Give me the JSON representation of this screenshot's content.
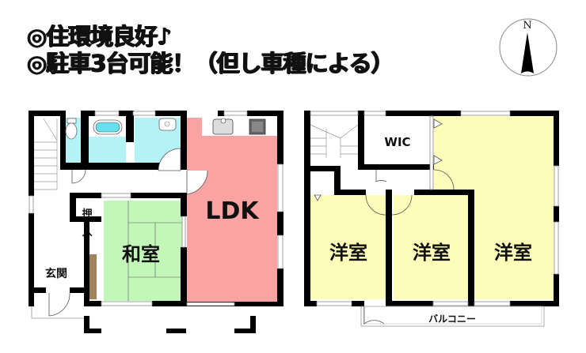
{
  "headline": {
    "line1": "◎住環境良好♪",
    "line2": "◎駐車3台可能！（但し車種による）"
  },
  "compass": {
    "label": "N"
  },
  "floor1": {
    "rooms": {
      "ldk": "LDK",
      "washitsu": "和室",
      "oshiire_top": "押",
      "oshiire_bottom": "入",
      "genkan": "玄関"
    }
  },
  "floor2": {
    "rooms": {
      "wic": "WIC",
      "youshitsu_left": "洋室",
      "youshitsu_middle": "洋室",
      "youshitsu_right": "洋室",
      "balcony": "バルコニー"
    }
  },
  "colors": {
    "ldk": "#f9a3a3",
    "washitsu": "#c3f7b9",
    "water": "#b3f3f6",
    "youshitsu": "#fdfcb8",
    "wall": "#000000",
    "tokonoma": "#a0825d"
  }
}
